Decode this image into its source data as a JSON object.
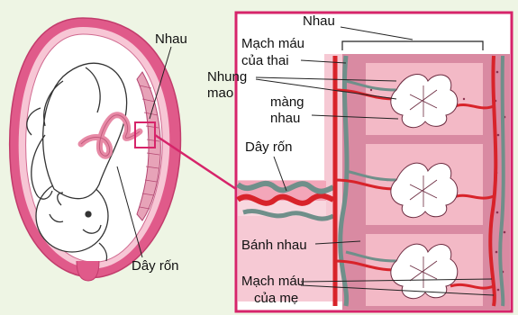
{
  "labels": {
    "placenta_left": "Nhau",
    "cord_left": "Dây rốn",
    "placenta_right": "Nhau",
    "fetal_vessels_line1": "Mạch máu",
    "fetal_vessels_line2": "của thai",
    "villi_line1": "Nhung",
    "villi_line2": "mao",
    "membrane_line1": "màng",
    "membrane_line2": "nhau",
    "cord_right": "Dây rốn",
    "placenta_plate": "Bánh nhau",
    "maternal_vessels_line1": "Mạch máu",
    "maternal_vessels_line2": "của mẹ"
  },
  "colors": {
    "background": "#eef5e4",
    "frame": "#d6246a",
    "uterus_wall": "#e05a8a",
    "uterus_inner": "#f7c6d5",
    "placenta_tissue": "#d98aa2",
    "blood_pool": "#f3b9c6",
    "artery": "#d8232a",
    "vein": "#6f8f8a",
    "villi_fill": "#ffffff"
  }
}
